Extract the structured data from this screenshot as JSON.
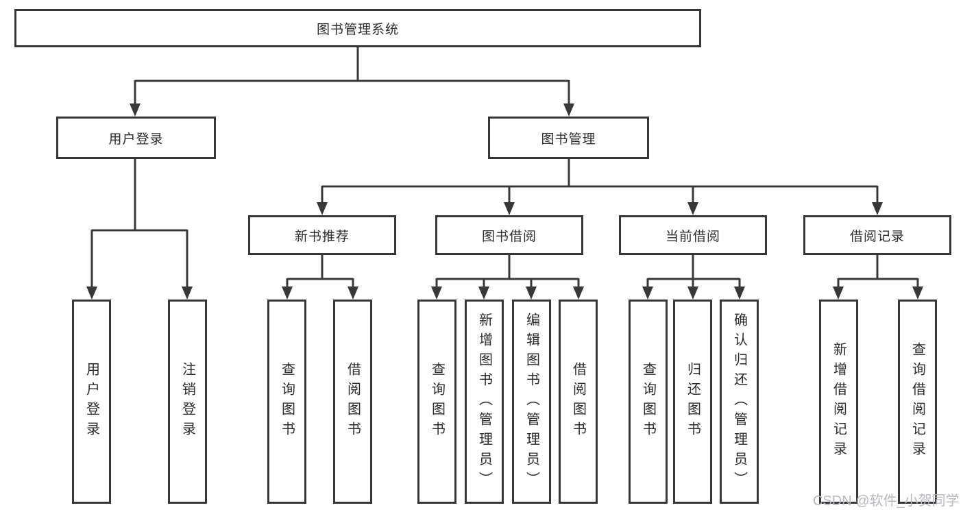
{
  "tree": {
    "root": "图书管理系统",
    "login": {
      "label": "用户登录",
      "children": [
        "用户登录",
        "注销登录"
      ]
    },
    "manage": {
      "label": "图书管理",
      "groups": [
        {
          "label": "新书推荐",
          "children": [
            "查询图书",
            "借阅图书"
          ]
        },
        {
          "label": "图书借阅",
          "children": [
            "查询图书",
            "新增图书（管理员）",
            "编辑图书（管理员）",
            "借阅图书"
          ]
        },
        {
          "label": "当前借阅",
          "children": [
            "查询图书",
            "归还图书",
            "确认归还（管理员）"
          ]
        },
        {
          "label": "借阅记录",
          "children": [
            "新增借阅记录",
            "查询借阅记录"
          ]
        }
      ]
    }
  },
  "watermark": "CSDN @软件_小贺同学",
  "colors": {
    "line": "#383838",
    "box_border": "#363636",
    "text": "#2b2b2b",
    "watermark": "#b8b6bf",
    "background": "#ffffff"
  }
}
